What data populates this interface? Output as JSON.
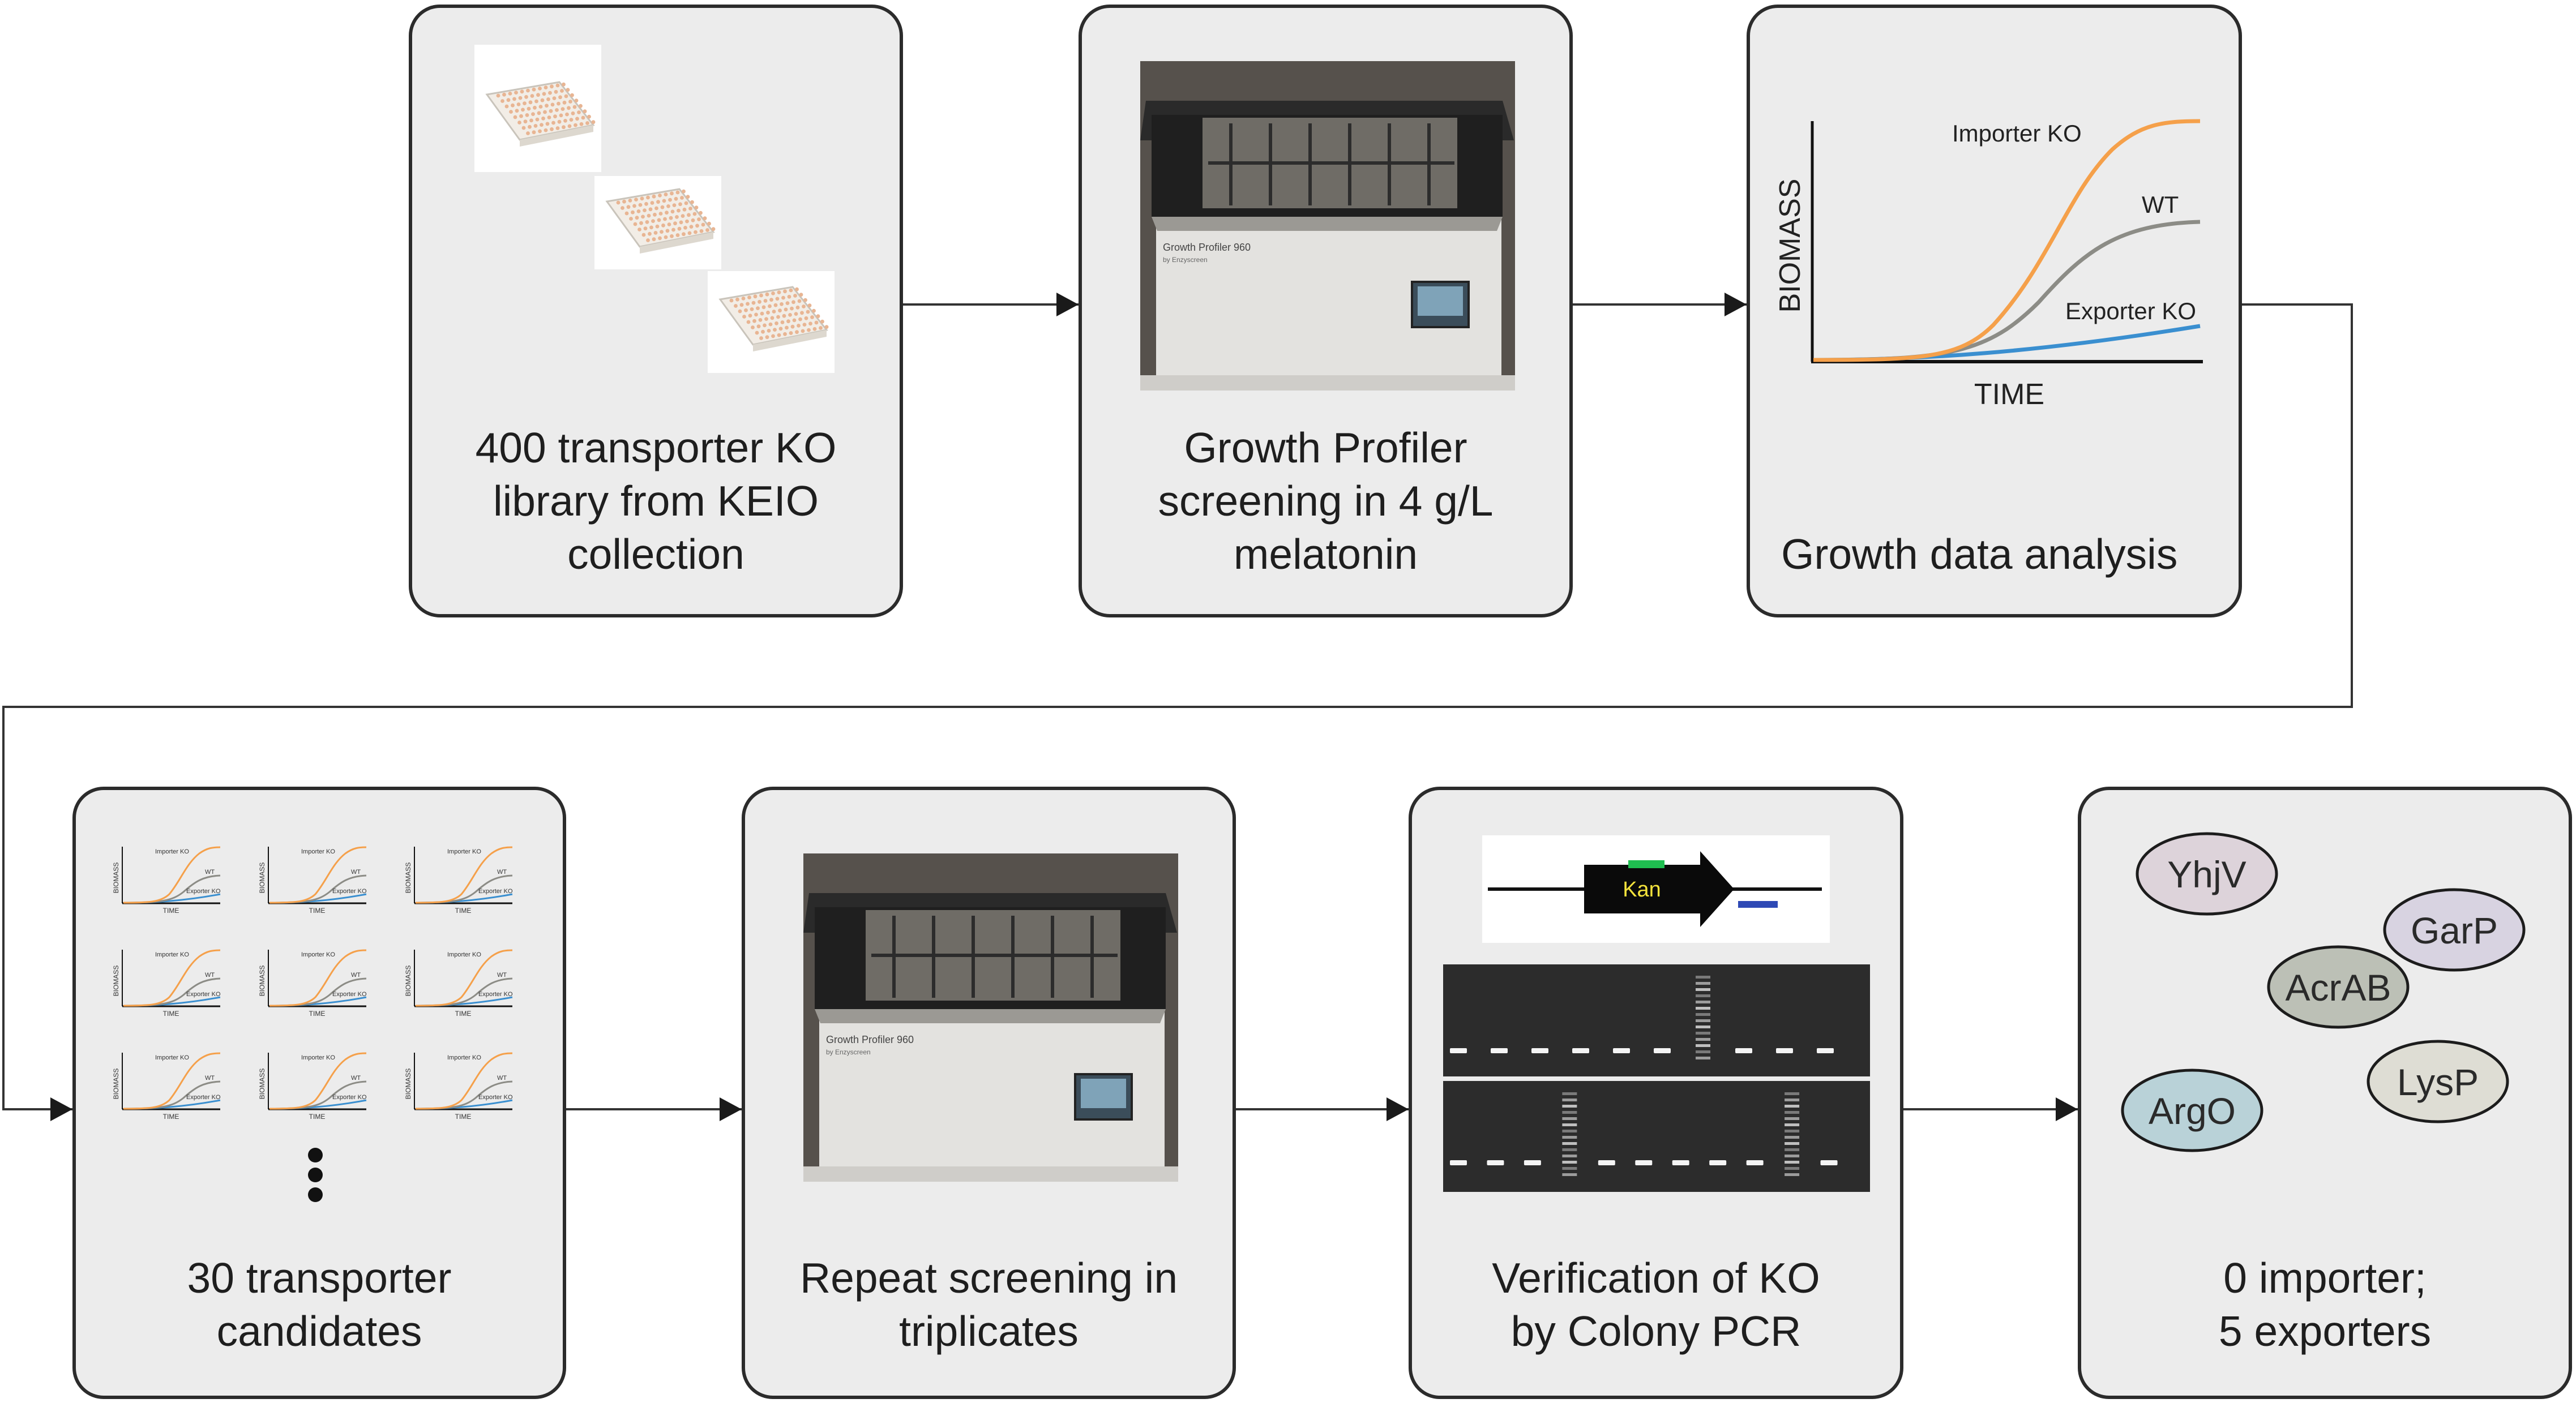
{
  "steps": [
    {
      "lines": [
        "400 transporter KO",
        "library from KEIO",
        "collection"
      ]
    },
    {
      "lines": [
        "Growth Profiler",
        "screening in 4 g/L",
        "melatonin"
      ]
    },
    {
      "lines": [
        "Growth data analysis"
      ]
    },
    {
      "lines": [
        "30 transporter",
        "candidates"
      ]
    },
    {
      "lines": [
        "Repeat screening in",
        "triplicates"
      ]
    },
    {
      "lines": [
        "Verification of KO",
        "by Colony PCR"
      ]
    },
    {
      "lines": [
        "0 importer;",
        "5 exporters"
      ]
    }
  ],
  "device": {
    "label": "Growth Profiler 960",
    "sublabel": "by Enzyscreen"
  },
  "growth_plot": {
    "xlabel": "TIME",
    "ylabel": "BIOMASS",
    "series": [
      "Importer KO",
      "WT",
      "Exporter KO"
    ],
    "colors": {
      "importer": "#f5a04a",
      "wt": "#8c8c86",
      "exporter": "#3a8fd0"
    }
  },
  "gene_map": {
    "marker": "Kan"
  },
  "transporters": [
    {
      "name": "YhjV",
      "fill": "#ddd3da"
    },
    {
      "name": "GarP",
      "fill": "#d8d3e1"
    },
    {
      "name": "AcrAB",
      "fill": "#bcc0b6"
    },
    {
      "name": "LysP",
      "fill": "#deddd4"
    },
    {
      "name": "ArgO",
      "fill": "#b9d2d8"
    }
  ],
  "colors": {
    "box_fill": "#ececec",
    "box_border": "#2b2b2b",
    "arrow": "#333333"
  }
}
